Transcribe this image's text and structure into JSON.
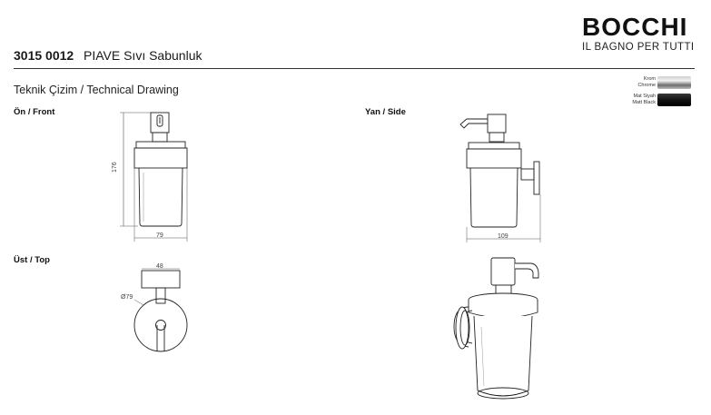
{
  "brand": {
    "name": "BOCCHI",
    "tagline": "IL BAGNO PER TUTTI"
  },
  "product": {
    "code": "3015 0012",
    "name": "PIAVE Sıvı Sabunluk"
  },
  "section_title": "Teknik Çizim / Technical Drawing",
  "finishes": [
    {
      "name_tr": "Krom",
      "name_en": "Chrome",
      "color": "#9a9a9a"
    },
    {
      "name_tr": "Mat Siyah",
      "name_en": "Matt Black",
      "color": "#111111"
    }
  ],
  "views": {
    "front": {
      "label": "Ön / Front",
      "dim_height": "176",
      "dim_width": "79"
    },
    "side": {
      "label": "Yan / Side",
      "dim_depth": "109"
    },
    "top": {
      "label": "Üst / Top",
      "dim_plate": "48",
      "dim_diameter": "Ø79"
    }
  },
  "colors": {
    "line": "#222222",
    "dim": "#555555"
  }
}
